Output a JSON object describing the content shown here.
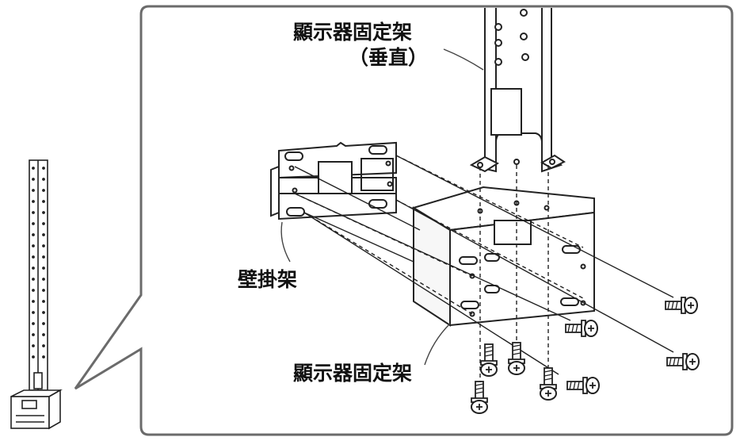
{
  "labels": {
    "vertical_bracket_line1": "顯示器固定架",
    "vertical_bracket_line2": "（垂直）",
    "wall_bracket": "壁掛架",
    "display_bracket": "顯示器固定架"
  },
  "colors": {
    "line": "#222222",
    "fill": "#ffffff",
    "frame": "#6b6b6b"
  },
  "icons": [
    "screw-icon"
  ]
}
